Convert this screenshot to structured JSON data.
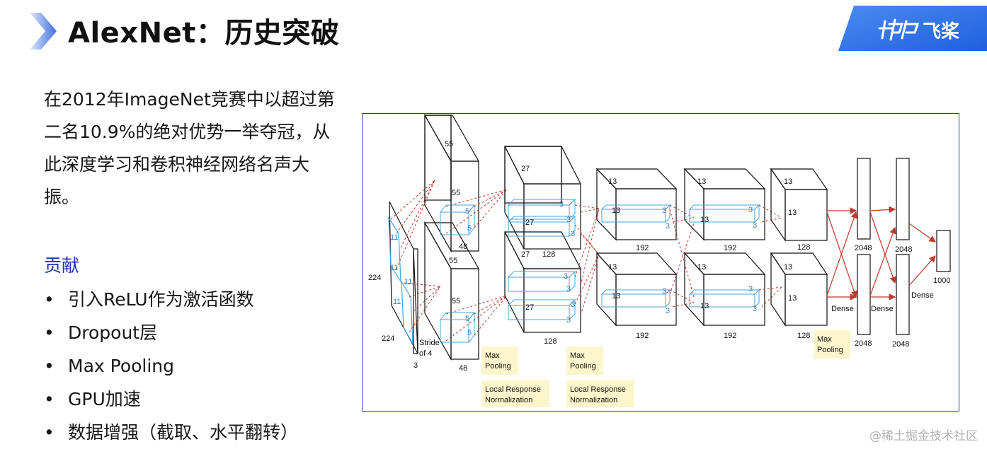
{
  "slide": {
    "title": "AlexNet：历史突破",
    "brand": "飞桨",
    "intro": "在2012年ImageNet竞赛中以超过第二名10.9%的绝对优势一举夺冠，从此深度学习和卷积神经网络名声大振。",
    "contributions_heading": "贡献",
    "contributions": [
      "引入ReLU作为激活函数",
      "Dropout层",
      "Max Pooling",
      "GPU加速",
      "数据增强（截取、水平翻转）"
    ],
    "watermark": "@稀土掘金技术社区"
  },
  "diagram": {
    "input": {
      "height": "224",
      "width": "224",
      "depth": "3",
      "kernel": "11",
      "stride": "Stride of 4"
    },
    "conv1": {
      "size": "55",
      "kernel": "5",
      "channels": "48"
    },
    "conv2": {
      "size": "27",
      "kernel": "3",
      "channels": "128"
    },
    "conv3": {
      "size": "13",
      "kernel": "3",
      "channels": "192"
    },
    "conv4": {
      "size": "13",
      "kernel": "3",
      "channels": "192"
    },
    "conv5": {
      "size": "13",
      "channels": "128"
    },
    "fc": {
      "units": "2048",
      "output": "1000",
      "label": "Dense"
    },
    "notes": {
      "max_pooling": "Max Pooling",
      "lrn": "Local Response Normalization"
    },
    "colors": {
      "frame": "#2f3d8f",
      "kernel": "#4aa3d8",
      "dashed": "#c0392b",
      "arrow": "#c0392b",
      "note_bg": "#fdf5cc"
    }
  }
}
